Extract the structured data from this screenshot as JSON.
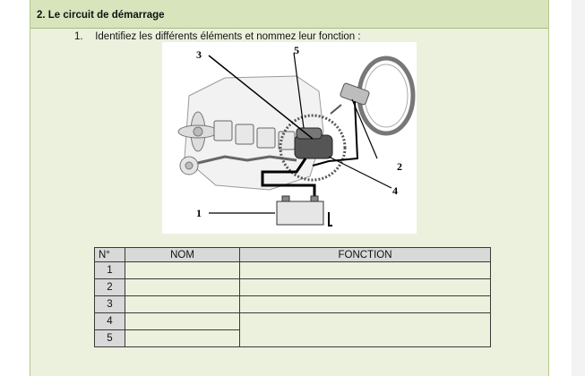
{
  "section": {
    "title": "2. Le circuit de démarrage"
  },
  "question": {
    "number": "1.",
    "text": "Identifiez les différents éléments et nommez leur fonction :"
  },
  "figure": {
    "callouts": [
      "1",
      "2",
      "3",
      "4",
      "5"
    ]
  },
  "table": {
    "headers": [
      "N°",
      "NOM",
      "FONCTION"
    ],
    "rows": [
      "1",
      "2",
      "3",
      "4",
      "5"
    ]
  }
}
